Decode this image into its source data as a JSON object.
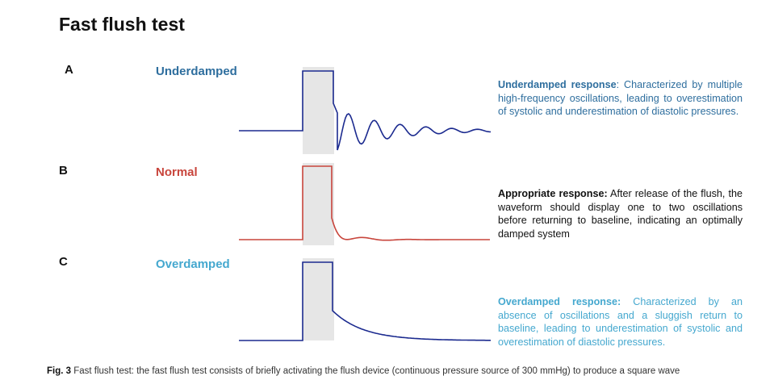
{
  "title": "Fast flush test",
  "colors": {
    "underdamped": "#2e6e9e",
    "normal": "#c8453c",
    "overdamped": "#45a8cf",
    "trace_dark": "#1b2a8f",
    "flush_box": "#e6e6e6"
  },
  "panels": [
    {
      "letter": "A",
      "label": "Underdamped",
      "desc_bold": "Underdamped response",
      "desc_text": ": Characterized by multiple high-frequency oscillations, leading to overestimation of systolic and underestimation of diastolic pressures."
    },
    {
      "letter": "B",
      "label": "Normal",
      "desc_bold": "Appropriate response:",
      "desc_text": " After release of the flush, the waveform should display one to two oscillations before returning to baseline, indicating an optimally damped system"
    },
    {
      "letter": "C",
      "label": "Overdamped",
      "desc_bold": "Overdamped response:",
      "desc_text": " Characterized by an absence of oscillations and a sluggish return to baseline, leading to underestimation of systolic and overestimation of diastolic pressures."
    }
  ],
  "caption": {
    "bold": "Fig. 3",
    "text": " Fast flush test: the fast flush test consists of briefly activating the flush device (continuous pressure source of 300 mmHg) to produce a square wave"
  }
}
